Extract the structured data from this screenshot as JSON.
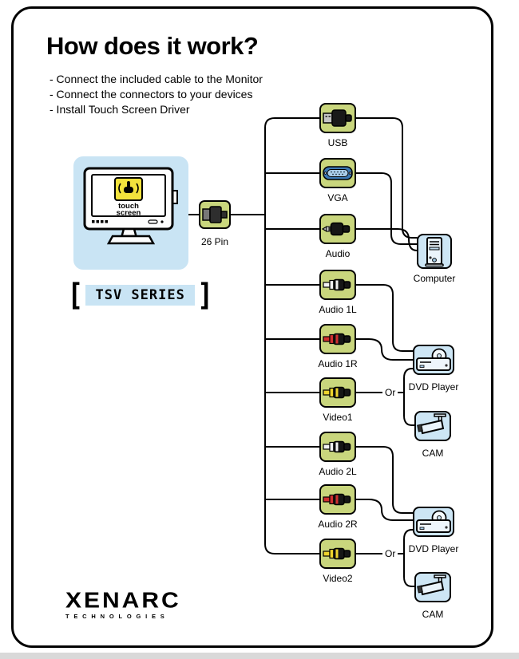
{
  "header": {
    "title": "How does it work?",
    "instructions": [
      "- Connect the included cable to the Monitor",
      "- Connect the connectors to your devices",
      "- Install Touch Screen Driver"
    ]
  },
  "monitor": {
    "screen_label_line1": "touch",
    "screen_label_line2": "screen",
    "bracket_left": "[",
    "bracket_right": "]",
    "series_label": "TSV SERIES"
  },
  "cable": {
    "label": "26 Pin"
  },
  "connectors": [
    {
      "id": "usb",
      "label": "USB",
      "icon": "usb-connector-icon"
    },
    {
      "id": "vga",
      "label": "VGA",
      "icon": "vga-connector-icon"
    },
    {
      "id": "audio",
      "label": "Audio",
      "icon": "audio-jack-icon"
    },
    {
      "id": "audio-1l",
      "label": "Audio 1L",
      "icon": "rca-white-icon"
    },
    {
      "id": "audio-1r",
      "label": "Audio 1R",
      "icon": "rca-red-icon"
    },
    {
      "id": "video-1",
      "label": "Video1",
      "icon": "rca-yellow-icon"
    },
    {
      "id": "audio-2l",
      "label": "Audio 2L",
      "icon": "rca-white-icon"
    },
    {
      "id": "audio-2r",
      "label": "Audio 2R",
      "icon": "rca-red-icon"
    },
    {
      "id": "video-2",
      "label": "Video2",
      "icon": "rca-yellow-icon"
    }
  ],
  "devices": [
    {
      "id": "computer",
      "label": "Computer",
      "icon": "computer-tower-icon"
    },
    {
      "id": "dvd-player-1",
      "label": "DVD Player",
      "icon": "dvd-player-icon"
    },
    {
      "id": "cam-1",
      "label": "CAM",
      "icon": "security-camera-icon"
    },
    {
      "id": "dvd-player-2",
      "label": "DVD Player",
      "icon": "dvd-player-icon"
    },
    {
      "id": "cam-2",
      "label": "CAM",
      "icon": "security-camera-icon"
    }
  ],
  "or_labels": {
    "first": "Or",
    "second": "Or"
  },
  "logo": {
    "brand": "XENARC",
    "tagline": "TECHNOLOGIES"
  },
  "colors": {
    "connector_green": "#c9d67d",
    "panel_blue": "#c9e4f4",
    "device_blue": "#cde6f5",
    "vga_blue": "#3c78b4",
    "rca_red": "#d03030",
    "rca_yellow": "#edd42d",
    "rca_white": "#f2f2f2",
    "touch_yellow": "#f2e23c"
  }
}
